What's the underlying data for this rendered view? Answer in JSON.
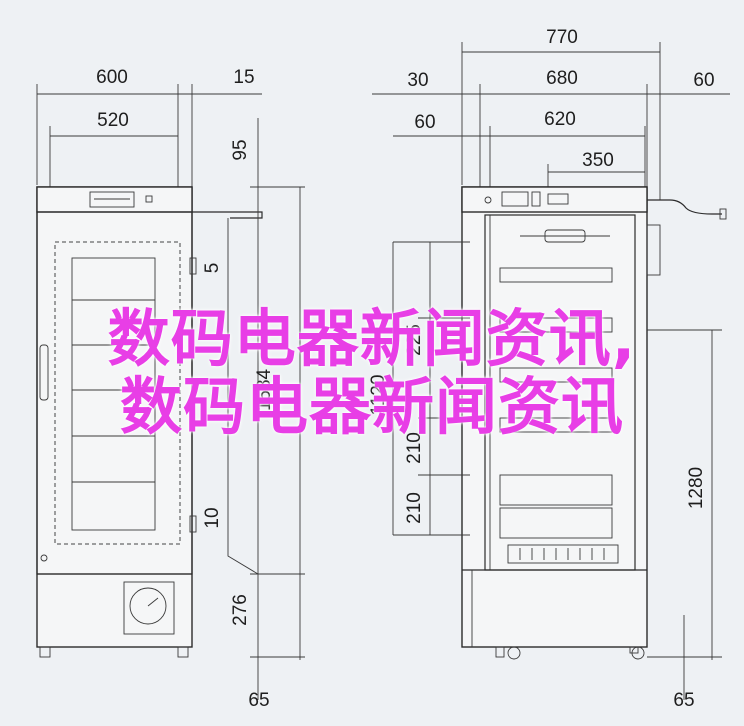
{
  "dimensions": {
    "left_width": "600",
    "left_side": "15",
    "left_inner": "520",
    "left_top": "95",
    "left_gap_top": "5",
    "left_height": "1584",
    "left_gap_bottom": "10",
    "left_base": "276",
    "left_foot": "65",
    "right_overall": "770",
    "right_offset": "30",
    "right_depth": "680",
    "right_cord": "60",
    "right_inner_offset": "60",
    "right_inner": "620",
    "right_shelf": "350",
    "right_225": "225",
    "right_1120": "1120",
    "right_210a": "210",
    "right_210b": "210",
    "right_1280": "1280",
    "right_foot": "65"
  },
  "overlay": {
    "line1": "数码电器新闻资讯,",
    "line2": "数码电器新闻资讯"
  },
  "colors": {
    "background": "#eef1f4",
    "overlay_text": "#e83ee6",
    "line": "#2b2b2b"
  }
}
